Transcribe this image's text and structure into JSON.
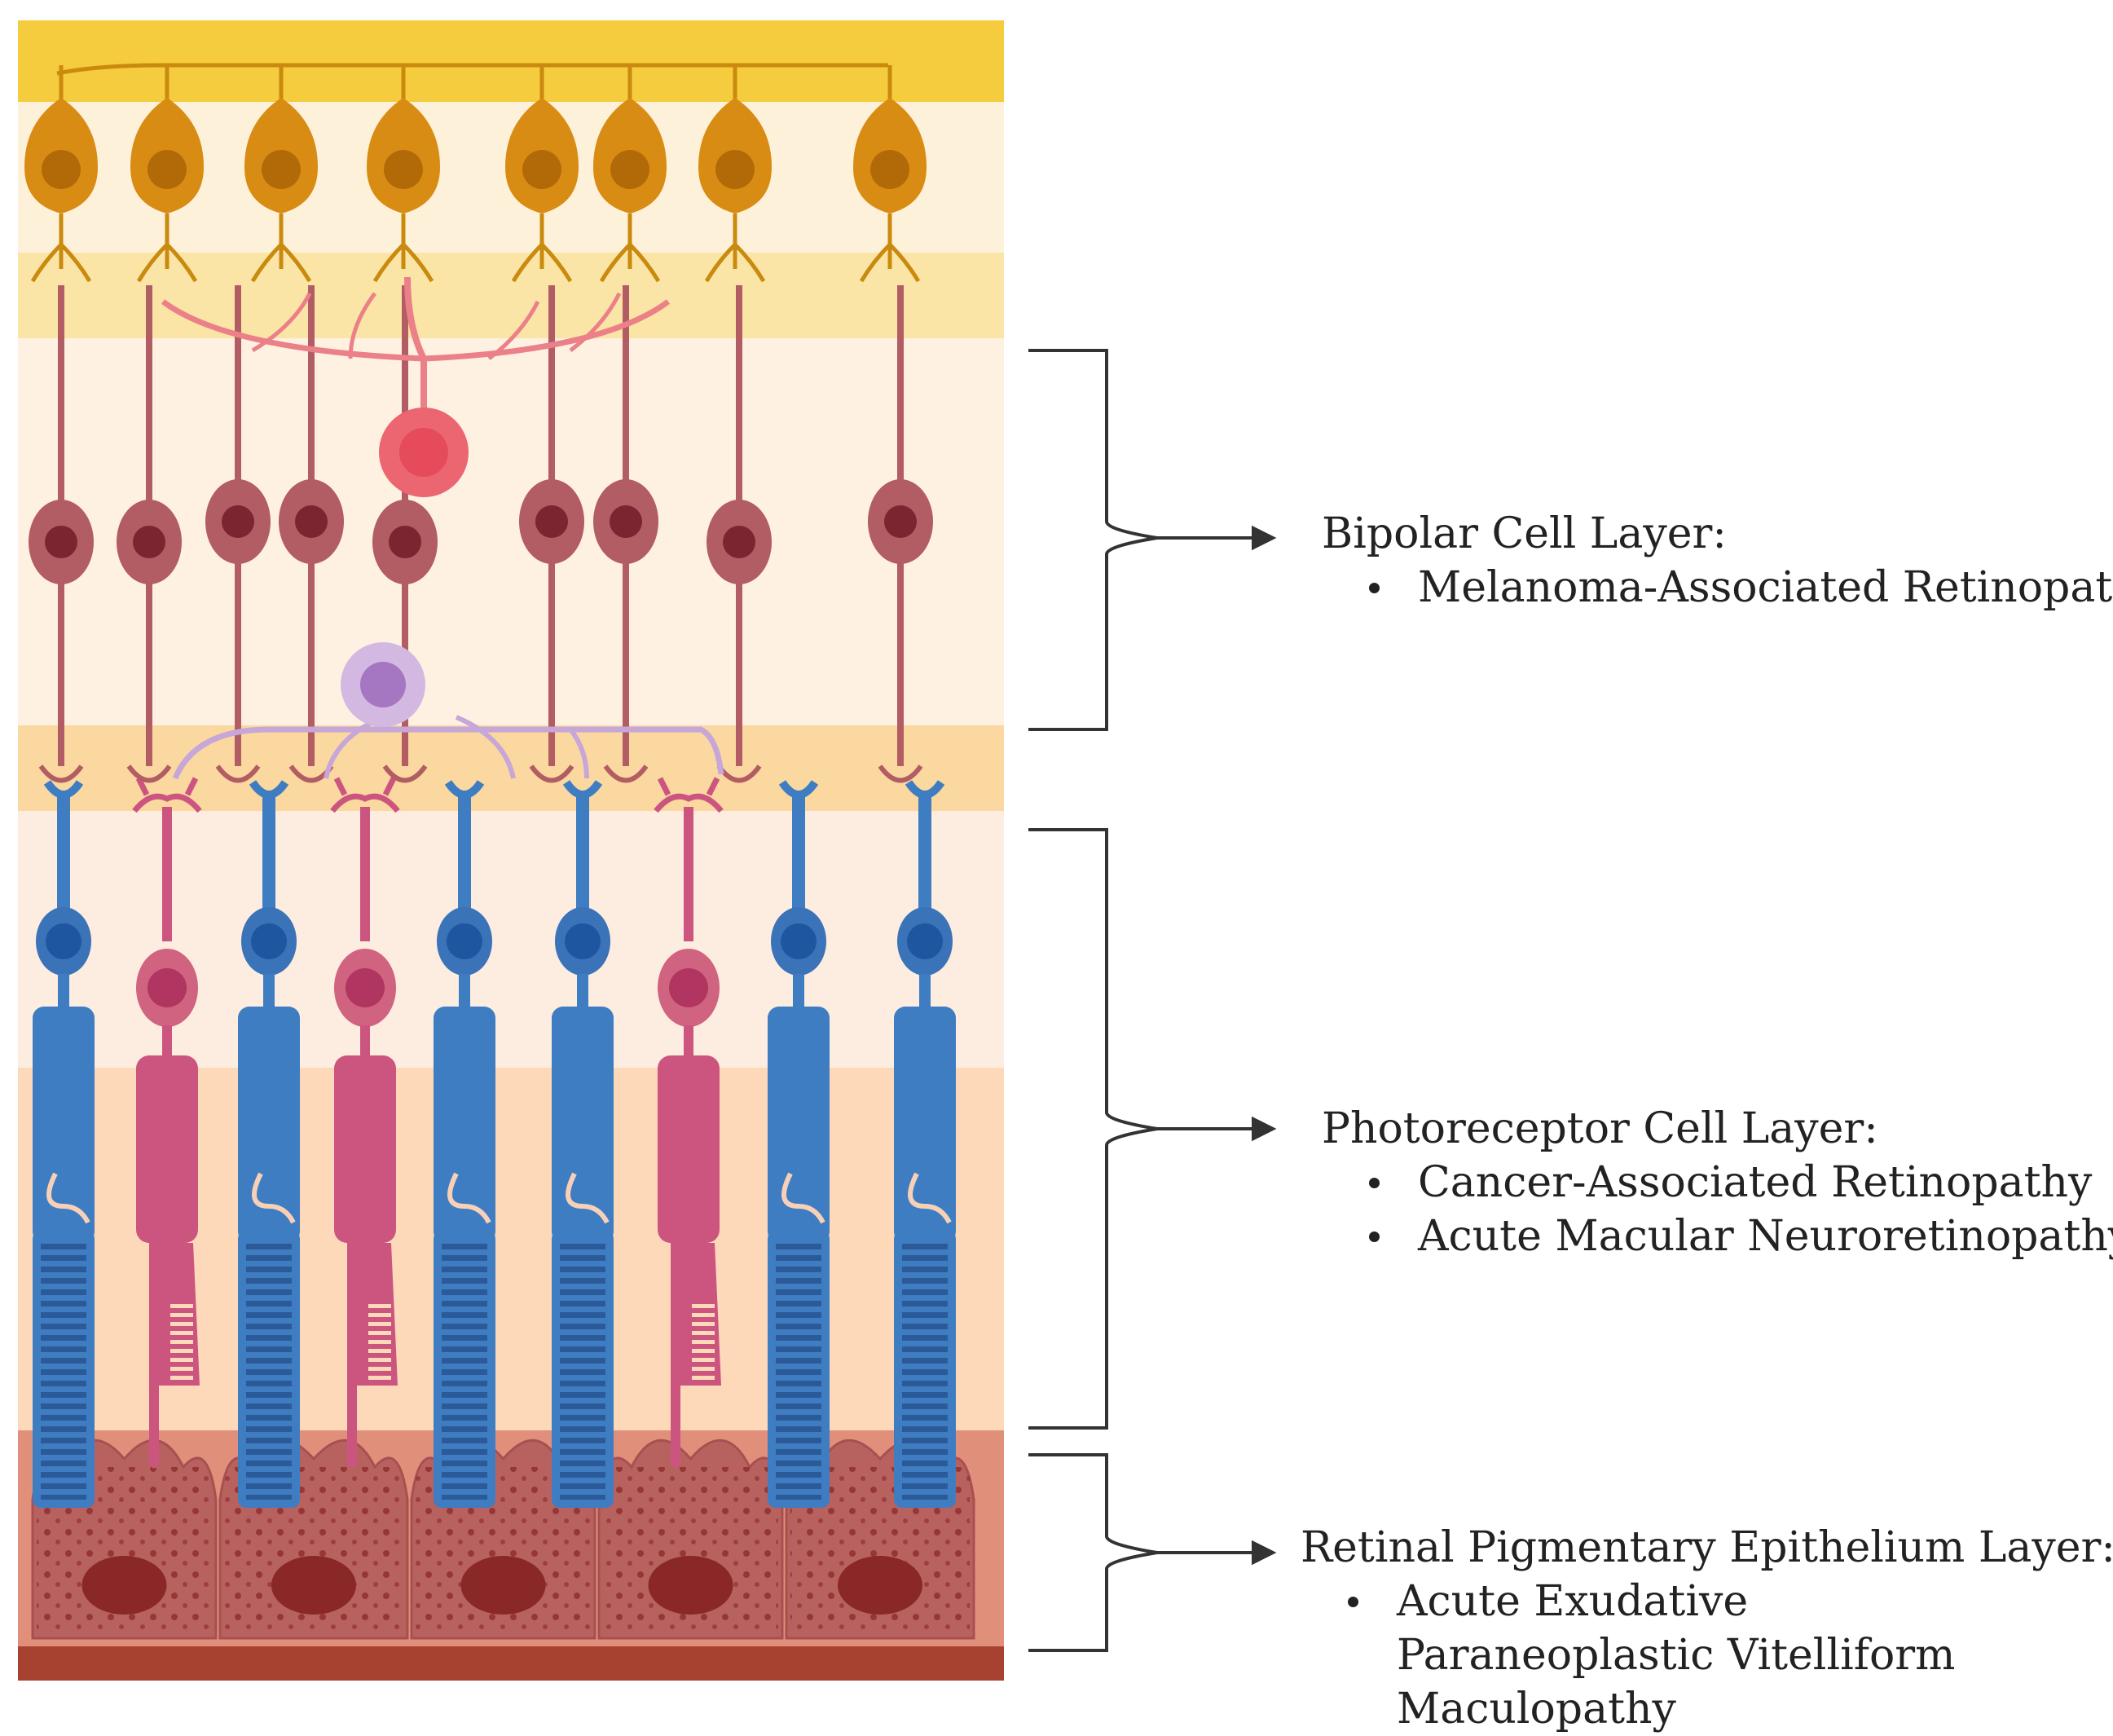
{
  "diagram_kind": "retina-layers-illustration",
  "colors": {
    "nerve_fiber_band": "#F5CC3D",
    "ganglion_cell": "#D98C14",
    "bipolar_cell": "#B25C63",
    "horizontal_cell": "#EB6670",
    "amacrine_cell": "#BF99CC",
    "rod_cell": "#3F7DC2",
    "cone_cell": "#CC5580",
    "rpe_cell": "#B86260",
    "rpe_nucleus": "#8A2828",
    "bracket_line": "#333333"
  },
  "layers": [
    {
      "id": "bipolar",
      "title": "Bipolar Cell Layer:",
      "items": [
        "Melanoma-Associated Retinopathy"
      ]
    },
    {
      "id": "photoreceptor",
      "title": "Photoreceptor Cell Layer:",
      "items": [
        "Cancer-Associated Retinopathy",
        "Acute Macular Neuroretinopathy"
      ]
    },
    {
      "id": "rpe",
      "title": "Retinal Pigmentary Epithelium Layer:",
      "items": [
        "Acute Exudative Paraneoplastic Vitelliform Maculopathy"
      ]
    }
  ]
}
